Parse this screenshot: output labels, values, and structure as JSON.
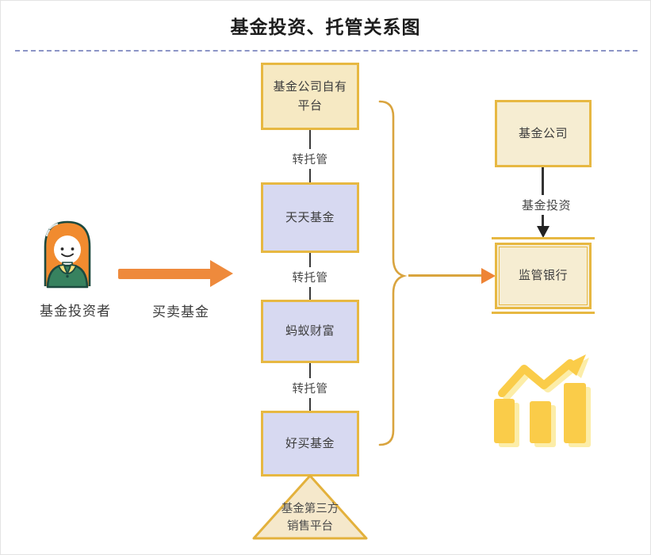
{
  "title": "基金投资、托管关系图",
  "left": {
    "investor_label": "基金投资者",
    "flow_label": "买卖基金"
  },
  "chain": {
    "nodes": [
      {
        "label": "基金公司自有平台"
      },
      {
        "label": "天天基金"
      },
      {
        "label": "蚂蚁财富"
      },
      {
        "label": "好买基金"
      }
    ],
    "edge_label": "转托管",
    "triangle": {
      "line1": "基金第三方",
      "line2": "销售平台"
    }
  },
  "right": {
    "fund_company_label": "基金公司",
    "investment_label": "基金投资",
    "custodian_bank_label": "监管银行"
  },
  "icons": {
    "investor": "person-woman-icon",
    "growth": "bar-chart-rising-icon"
  },
  "colors": {
    "gold_border": "#E7B842",
    "cream_fill": "#F6E9C3",
    "cream_fill_right": "#F6EDD2",
    "lavender_fill": "#D7D9F1",
    "orange_arrow": "#EE8A3C",
    "brace_gold": "#D9A43E",
    "dashed_line": "#8C95C6",
    "connector_dark": "#3A3A3A",
    "bar_yellow": "#FACC49",
    "bar_shadow": "#FCEDA8"
  }
}
